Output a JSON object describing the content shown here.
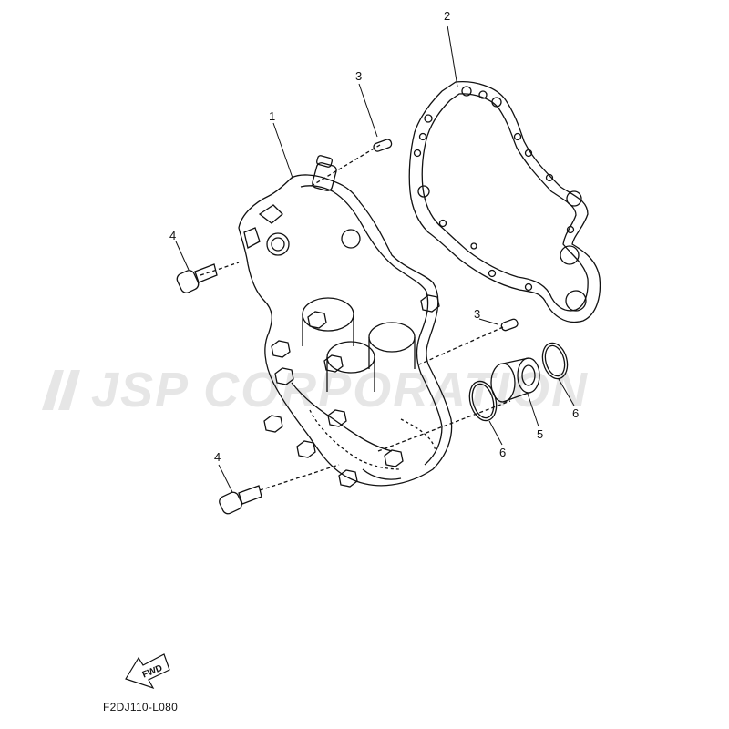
{
  "diagram": {
    "watermark": "JSP CORPORATION",
    "drawing_code": "F2DJ110-L080",
    "fwd_label": "FWD",
    "callouts": [
      {
        "id": "c1",
        "label": "1"
      },
      {
        "id": "c2",
        "label": "2"
      },
      {
        "id": "c3a",
        "label": "3"
      },
      {
        "id": "c3b",
        "label": "3"
      },
      {
        "id": "c4a",
        "label": "4"
      },
      {
        "id": "c4b",
        "label": "4"
      },
      {
        "id": "c5",
        "label": "5"
      },
      {
        "id": "c6a",
        "label": "6"
      },
      {
        "id": "c6b",
        "label": "6"
      }
    ]
  }
}
